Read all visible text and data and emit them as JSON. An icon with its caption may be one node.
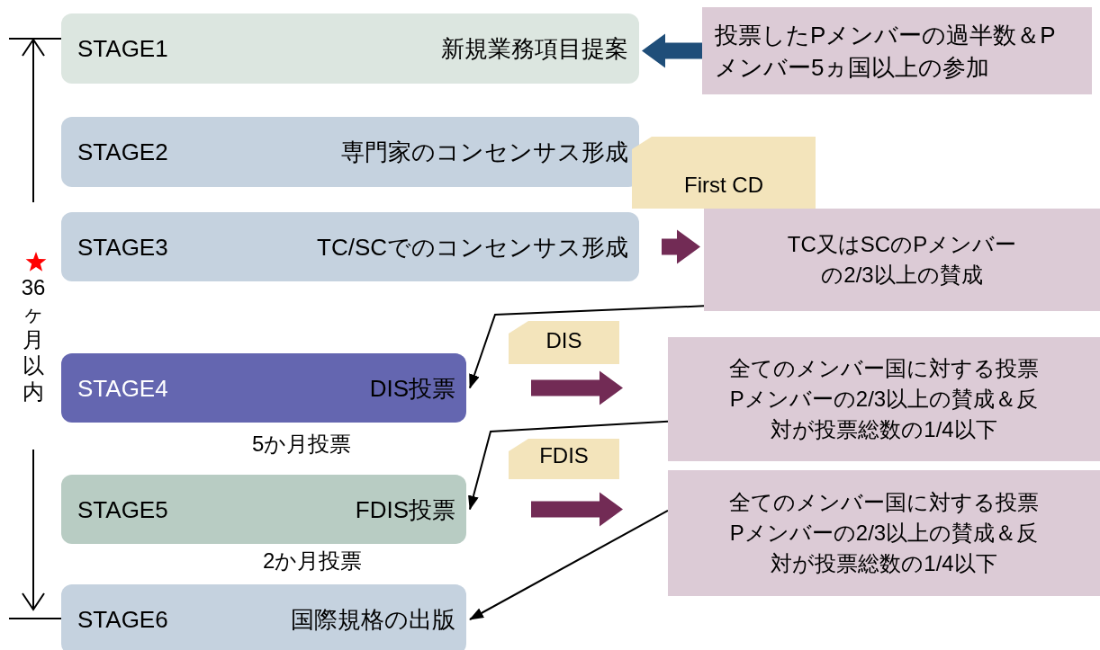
{
  "diagram": {
    "nodes": [
      {
        "text": [
          "STAGE1",
          "新規業務項目提案"
        ]
      },
      {
        "text": [
          "STAGE2",
          "専門家のコンセンサス形成"
        ]
      },
      {
        "text": [
          "STAGE3",
          "TC/SCでのコンセンサス形成"
        ]
      },
      {
        "text": [
          "STAGE4",
          "DIS投票"
        ],
        "beside": [
          "5か月投票"
        ]
      },
      {
        "text": [
          "STAGE5",
          "FDIS投票"
        ],
        "beside": [
          "2か月投票"
        ]
      },
      {
        "text": [
          "STAGE6",
          "国際規格の出版"
        ]
      },
      {
        "text": [
          "投票したPメンバーの過半数＆Pメンバー5ヵ国以上の参加"
        ]
      },
      {
        "text": [
          "First CD"
        ]
      },
      {
        "text": [
          "TC又はSCのPメンバーの2/3以上の賛成"
        ]
      },
      {
        "text": [
          "DIS"
        ]
      },
      {
        "text": [
          "全てのメンバー国に対する投票Pメンバーの2/3以上の賛成＆反対が投票総数の1/4以下"
        ]
      },
      {
        "text": [
          "FDIS"
        ]
      },
      {
        "text": [
          "全てのメンバー国に対する投票Pメンバーの2/3以上の賛成＆反対が投票総数の1/4以下"
        ]
      }
    ],
    "edges": [
      {
        "from": 6,
        "to": 0,
        "arrow": "to",
        "style": "thick",
        "color": "#1f4e79"
      },
      {
        "from": 2,
        "to": 8,
        "arrow": "to",
        "style": "thick",
        "color": "#722b55"
      },
      {
        "from": 8,
        "to": 3,
        "arrow": "to"
      },
      {
        "from": 3,
        "to": 10,
        "arrow": "to",
        "style": "thick",
        "color": "#722b55"
      },
      {
        "from": 10,
        "to": 4,
        "arrow": "to"
      },
      {
        "from": 4,
        "to": 12,
        "arrow": "to",
        "style": "thick",
        "color": "#722b55"
      },
      {
        "from": 12,
        "to": 5,
        "arrow": "to"
      }
    ],
    "labels": [
      "36ヶ月以内"
    ]
  }
}
